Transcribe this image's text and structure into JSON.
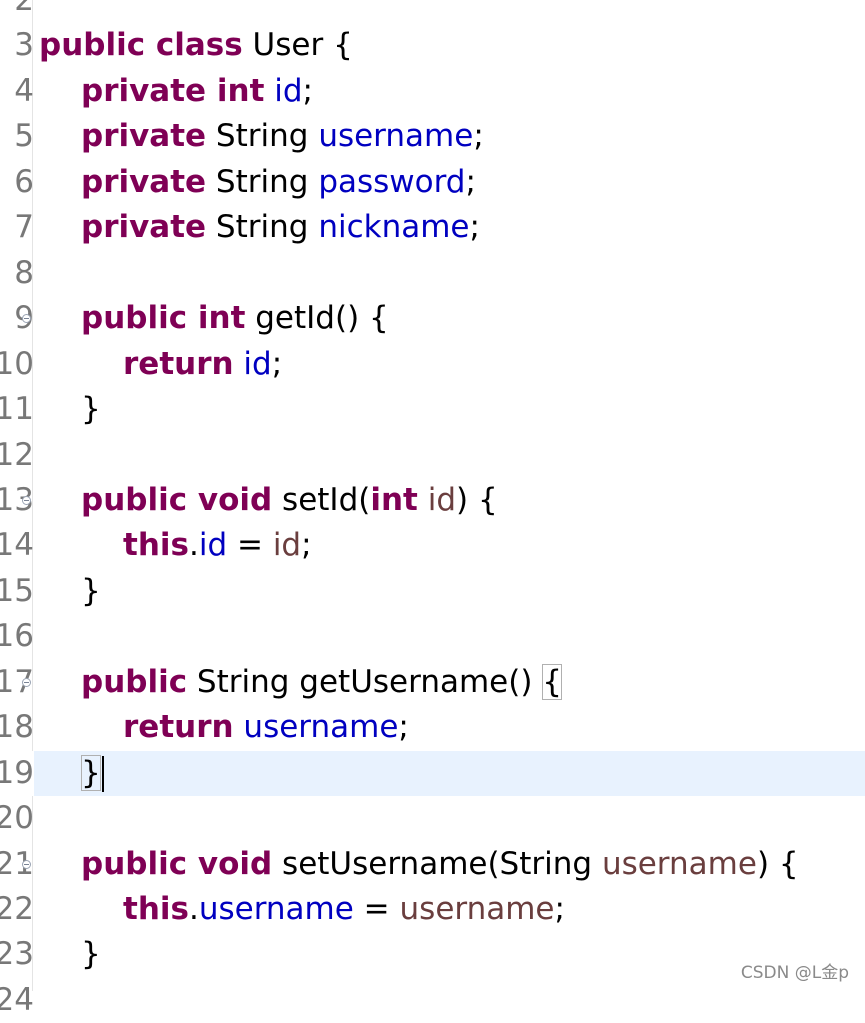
{
  "editor": {
    "lines": [
      {
        "num": "2",
        "fold": false,
        "indent": 0,
        "tokens": []
      },
      {
        "num": "3",
        "fold": false,
        "indent": 0,
        "tokens": [
          {
            "t": "kw",
            "v": "public class"
          },
          {
            "t": "df",
            "v": " User {"
          }
        ]
      },
      {
        "num": "4",
        "fold": false,
        "indent": 1,
        "tokens": [
          {
            "t": "kw",
            "v": "private int"
          },
          {
            "t": "df",
            "v": " "
          },
          {
            "t": "fd",
            "v": "id"
          },
          {
            "t": "df",
            "v": ";"
          }
        ]
      },
      {
        "num": "5",
        "fold": false,
        "indent": 1,
        "tokens": [
          {
            "t": "kw",
            "v": "private"
          },
          {
            "t": "df",
            "v": " String "
          },
          {
            "t": "fd",
            "v": "username"
          },
          {
            "t": "df",
            "v": ";"
          }
        ]
      },
      {
        "num": "6",
        "fold": false,
        "indent": 1,
        "tokens": [
          {
            "t": "kw",
            "v": "private"
          },
          {
            "t": "df",
            "v": " String "
          },
          {
            "t": "fd",
            "v": "password"
          },
          {
            "t": "df",
            "v": ";"
          }
        ]
      },
      {
        "num": "7",
        "fold": false,
        "indent": 1,
        "tokens": [
          {
            "t": "kw",
            "v": "private"
          },
          {
            "t": "df",
            "v": " String "
          },
          {
            "t": "fd",
            "v": "nickname"
          },
          {
            "t": "df",
            "v": ";"
          }
        ]
      },
      {
        "num": "8",
        "fold": false,
        "indent": 0,
        "tokens": []
      },
      {
        "num": "9",
        "fold": true,
        "indent": 1,
        "tokens": [
          {
            "t": "kw",
            "v": "public int"
          },
          {
            "t": "df",
            "v": " getId() {"
          }
        ]
      },
      {
        "num": "10",
        "fold": false,
        "indent": 2,
        "tokens": [
          {
            "t": "kw",
            "v": "return"
          },
          {
            "t": "df",
            "v": " "
          },
          {
            "t": "fd",
            "v": "id"
          },
          {
            "t": "df",
            "v": ";"
          }
        ]
      },
      {
        "num": "11",
        "fold": false,
        "indent": 1,
        "tokens": [
          {
            "t": "df",
            "v": "}"
          }
        ]
      },
      {
        "num": "12",
        "fold": false,
        "indent": 0,
        "tokens": []
      },
      {
        "num": "13",
        "fold": true,
        "indent": 1,
        "tokens": [
          {
            "t": "kw",
            "v": "public void"
          },
          {
            "t": "df",
            "v": " setId("
          },
          {
            "t": "kw",
            "v": "int"
          },
          {
            "t": "df",
            "v": " "
          },
          {
            "t": "pm",
            "v": "id"
          },
          {
            "t": "df",
            "v": ") {"
          }
        ]
      },
      {
        "num": "14",
        "fold": false,
        "indent": 2,
        "tokens": [
          {
            "t": "kw",
            "v": "this"
          },
          {
            "t": "df",
            "v": "."
          },
          {
            "t": "fd",
            "v": "id"
          },
          {
            "t": "df",
            "v": " = "
          },
          {
            "t": "pm",
            "v": "id"
          },
          {
            "t": "df",
            "v": ";"
          }
        ]
      },
      {
        "num": "15",
        "fold": false,
        "indent": 1,
        "tokens": [
          {
            "t": "df",
            "v": "}"
          }
        ]
      },
      {
        "num": "16",
        "fold": false,
        "indent": 0,
        "tokens": []
      },
      {
        "num": "17",
        "fold": true,
        "indent": 1,
        "tokens": [
          {
            "t": "kw",
            "v": "public"
          },
          {
            "t": "df",
            "v": " String getUsername() "
          },
          {
            "t": "df",
            "v": "{",
            "box": true
          }
        ]
      },
      {
        "num": "18",
        "fold": false,
        "indent": 2,
        "tokens": [
          {
            "t": "kw",
            "v": "return"
          },
          {
            "t": "df",
            "v": " "
          },
          {
            "t": "fd",
            "v": "username"
          },
          {
            "t": "df",
            "v": ";"
          }
        ]
      },
      {
        "num": "19",
        "fold": false,
        "indent": 1,
        "current": true,
        "tokens": [
          {
            "t": "df",
            "v": "}",
            "box": true,
            "caret": true
          }
        ]
      },
      {
        "num": "20",
        "fold": false,
        "indent": 0,
        "tokens": []
      },
      {
        "num": "21",
        "fold": true,
        "indent": 1,
        "tokens": [
          {
            "t": "kw",
            "v": "public void"
          },
          {
            "t": "df",
            "v": " setUsername(String "
          },
          {
            "t": "pm",
            "v": "username"
          },
          {
            "t": "df",
            "v": ") {"
          }
        ]
      },
      {
        "num": "22",
        "fold": false,
        "indent": 2,
        "tokens": [
          {
            "t": "kw",
            "v": "this"
          },
          {
            "t": "df",
            "v": "."
          },
          {
            "t": "fd",
            "v": "username"
          },
          {
            "t": "df",
            "v": " = "
          },
          {
            "t": "pm",
            "v": "username"
          },
          {
            "t": "df",
            "v": ";"
          }
        ]
      },
      {
        "num": "23",
        "fold": false,
        "indent": 1,
        "tokens": [
          {
            "t": "df",
            "v": "}"
          }
        ]
      },
      {
        "num": "24",
        "fold": false,
        "indent": 0,
        "tokens": []
      }
    ]
  },
  "colors": {
    "keyword": "#7f0055",
    "field": "#0000c0",
    "parameter": "#6a3e3e",
    "default": "#000000",
    "current_line": "#e8f2fe",
    "line_number": "#787878"
  },
  "watermark": {
    "text": "CSDN @L金p"
  }
}
